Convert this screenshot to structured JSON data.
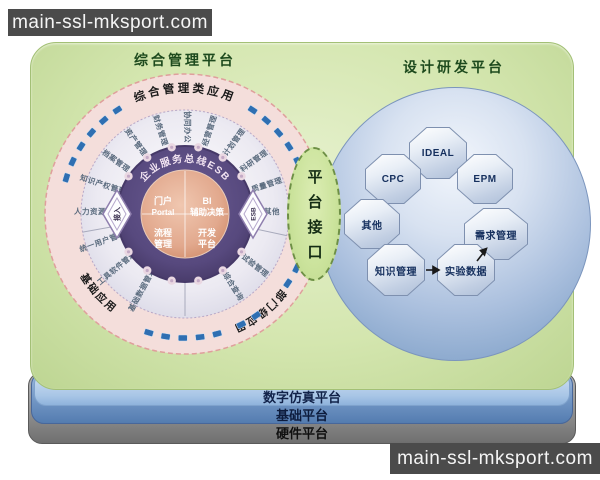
{
  "watermarks": {
    "top": "main-ssl-mksport.com",
    "bottom": "main-ssl-mksport.com"
  },
  "left_platform": {
    "title": "综合管理平台",
    "arc_top": "综合管理类应用",
    "arc_bottom_left": "基础应用",
    "arc_bottom_right": "部门级应用",
    "esb_label": "企业服务总线ESB",
    "diamond_left": "接入",
    "diamond_right": "ESB",
    "center": {
      "tl_line1": "门户",
      "tl_line2": "Portal",
      "tr_line1": "BI",
      "tr_line2": "辅助决策",
      "bl_line1": "流程",
      "bl_line2": "管理",
      "br_line1": "开发",
      "br_line2": "平台"
    },
    "spokes": [
      "人力资源管理",
      "知识产权管理",
      "档案管理",
      "资产管理",
      "财务管理",
      "协同办公",
      "经营管理",
      "计划管理",
      "科研管理",
      "质量管理",
      "其他",
      "统一用户管理",
      "工具软件管理",
      "基础数据管理",
      "综合查询",
      "试验管理"
    ]
  },
  "interface_pill": {
    "label": "平台接口"
  },
  "right_platform": {
    "title": "设计研发平台",
    "nodes": [
      "IDEAL",
      "EPM",
      "CPC",
      "其他",
      "需求管理",
      "知识管理",
      "实验数据"
    ]
  },
  "layers": [
    "数字仿真平台",
    "基础平台",
    "硬件平台"
  ],
  "colors": {
    "panel_green": "#d4e6af",
    "outer_ring_pink": "#f4dedb",
    "esb_ring_purple": "#57497e",
    "center_salmon": "#e2a98e",
    "sphere_blue": "#9db8da",
    "pill_green": "#cbe39c",
    "chip_blue": "#2f6fb2",
    "flower_pink": "#ead8e2",
    "sim_bar_blue": "#a9c6e6",
    "base_bar_blue": "#6e93c2",
    "hw_bar_gray": "#8d8d8d",
    "watermark_gray": "#4b4b4b"
  }
}
